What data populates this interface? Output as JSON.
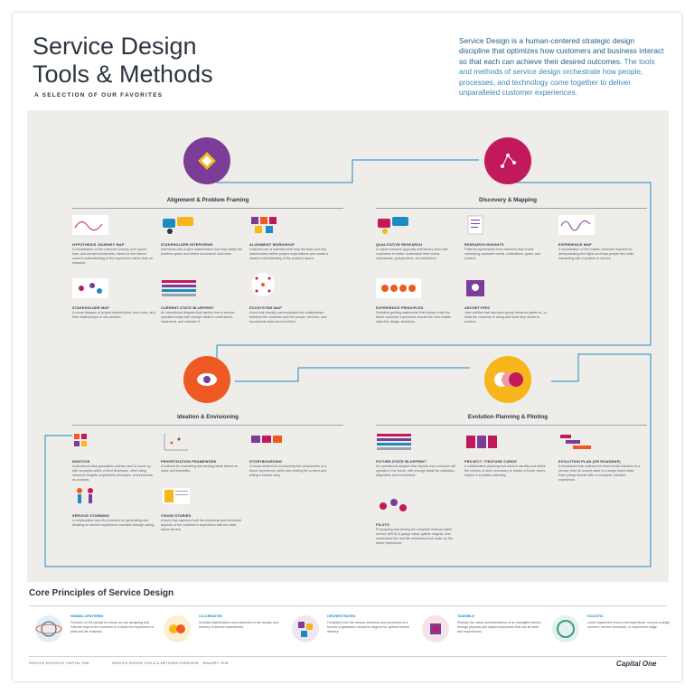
{
  "header": {
    "title_line1": "Service Design",
    "title_line2": "Tools & Methods",
    "subtitle": "A SELECTION OF OUR FAVORITES",
    "intro_p1": "Service Design is a human-centered strategic design discipline that optimizes how customers and business interact so that each can achieve their desired outcomes.",
    "intro_p2": "The tools and methods of service design orchestrate how people, processes, and technology come together to deliver unparalleled customer experiences."
  },
  "colors": {
    "purple": "#7b3d97",
    "magenta": "#c2195b",
    "orange": "#ef5a24",
    "yellow": "#f7b71c",
    "blue": "#1e8ac4",
    "panel": "#efede9"
  },
  "phases": [
    {
      "name": "Alignment & Problem Framing",
      "icon": "diamond-icon",
      "color": "#7b3d97"
    },
    {
      "name": "Discovery & Mapping",
      "icon": "network-icon",
      "color": "#c2195b"
    },
    {
      "name": "Ideation & Envisioning",
      "icon": "eye-icon",
      "color": "#ef5a24"
    },
    {
      "name": "Evolution Planning & Piloting",
      "icon": "circles-icon",
      "color": "#f7b71c"
    }
  ],
  "tools": {
    "alignment": [
      {
        "name": "Hypothesis Journey Map",
        "desc": "A visualization of the customer journey over space, time, and across touchpoints, based on the team's current understanding of the experience rather than on research.",
        "icon": "wave-icon"
      },
      {
        "name": "Stakeholder Interviews",
        "desc": "Interviews with project stakeholders that help clarify the problem space and define successful outcomes.",
        "icon": "people-icon"
      },
      {
        "name": "Alignment Workshop",
        "desc": "A tailored set of activities that help the team and key stakeholders define project expectations and create a shared understanding of the problem space.",
        "icon": "workshop-icon"
      },
      {
        "name": "Stakeholder Map",
        "desc": "A visual diagram of project stakeholders, their roles, and their relationships to one another.",
        "icon": "map-icon"
      },
      {
        "name": "Current-State Blueprint",
        "desc": "An operational diagram that depicts how a service operates today with enough detail to understand, implement, and maintain it.",
        "icon": "blueprint-icon"
      },
      {
        "name": "Ecosystem Map",
        "desc": "A tool that visually communicates the relationships between the customer and the people, services, and touchpoints that surround them.",
        "icon": "ecosystem-icon"
      }
    ],
    "discovery": [
      {
        "name": "Qualitative Research",
        "desc": "In-depth research (typically interviews) done with customers to better understand their needs, motivations, perspectives, and behaviors.",
        "icon": "chat-icon"
      },
      {
        "name": "Research Insights",
        "desc": "Patterns synthesized from research that reveal underlying customer needs, motivations, goals, and context.",
        "icon": "document-icon"
      },
      {
        "name": "Experience Map",
        "desc": "A visualization of the holistic customer experience, demonstrating the highs and lows people feel while interacting with a product or service.",
        "icon": "wave-icon"
      },
      {
        "name": "Experience Principles",
        "desc": "Definitive guiding statements that explain what the future customer experience should feel and enable objective design decisions.",
        "icon": "principles-icon"
      },
      {
        "name": "Archetypes",
        "desc": "User profiles that represent group behavior patterns—or what the customer is doing and what they desire to achieve.",
        "icon": "archetype-icon"
      }
    ],
    "ideation": [
      {
        "name": "Ideation",
        "desc": "A structured idea generation activity used to come up with concepts within a fixed timeframe, often using research insights, experience principles, and personas as prompts.",
        "icon": "sticky-icon"
      },
      {
        "name": "Prioritization Framework",
        "desc": "A method for evaluating and ranking ideas based on value and feasibility.",
        "icon": "chart-icon"
      },
      {
        "name": "Storyboarding",
        "desc": "A visual method for envisioning the components of a future experience, while also setting the context and telling a human story.",
        "icon": "storyboard-icon"
      },
      {
        "name": "Service Storming",
        "desc": "A collaborative (and fun) method for generating and iterating on service experience concepts through acting.",
        "icon": "acting-icon"
      },
      {
        "name": "Vision Stories",
        "desc": "A story that captures both the emotional and functional aspects of the customer's experience with the ideal future service.",
        "icon": "story-icon"
      }
    ],
    "evolution": [
      {
        "name": "Future-State Blueprint",
        "desc": "An operational diagram that depicts how a service will operate in the future, with enough detail for validation, alignment, and investment.",
        "icon": "blueprint-icon"
      },
      {
        "name": "Project / Feature Cards",
        "desc": "A collaborative planning tool used to identify and define the chunks of work necessary to realize a future vision; helpful in evolution planning.",
        "icon": "cards-icon"
      },
      {
        "name": "Evolution Plan (or Roadmap)",
        "desc": "A framework that outlines the incremental releases of a service from its current state to a target future state. Each phase should offer a complete, valuable experience.",
        "icon": "roadmap-icon"
      },
      {
        "name": "Pilots",
        "desc": "Prototyping and testing the complete minimal viable service (MVS) to gauge value, gather insights, and understand the real-life mechanics that make up the future experience.",
        "icon": "pilot-icon"
      }
    ]
  },
  "principles_title": "Core Principles of Service Design",
  "principles": [
    {
      "name": "Human-Centered",
      "desc": "Focuses on the people for whom we are designing and extends beyond the customer to include the experience of staff and the business.",
      "icon": "globe-icon",
      "color": "#1e5f86"
    },
    {
      "name": "Co-Creative",
      "desc": "Includes stakeholders and customers in the design and delivery of service experiences.",
      "icon": "hands-icon",
      "color": "#f7b71c"
    },
    {
      "name": "Orchestrated",
      "desc": "Considers how the various elements and processes of a service organization should be aligned for optimal service delivery.",
      "icon": "gears-icon",
      "color": "#7b3d97"
    },
    {
      "name": "Tangible",
      "desc": "Reveals the value and interactions of an intangible service through physical and digital touchpoints that can be seen and experienced.",
      "icon": "cube-icon",
      "color": "#c2195b"
    },
    {
      "name": "Holistic",
      "desc": "Looks toward the end-to-end experience, not just a single moment, service encounter, or experience stage.",
      "icon": "cycle-icon",
      "color": "#3b9c8a"
    }
  ],
  "footer": {
    "left": "SERVICE DESIGN AT CAPITAL ONE",
    "mid": "SERVICE DESIGN TOOLS & METHODS OVERVIEW",
    "date": "JANUARY 2018",
    "logo": "Capital One"
  }
}
